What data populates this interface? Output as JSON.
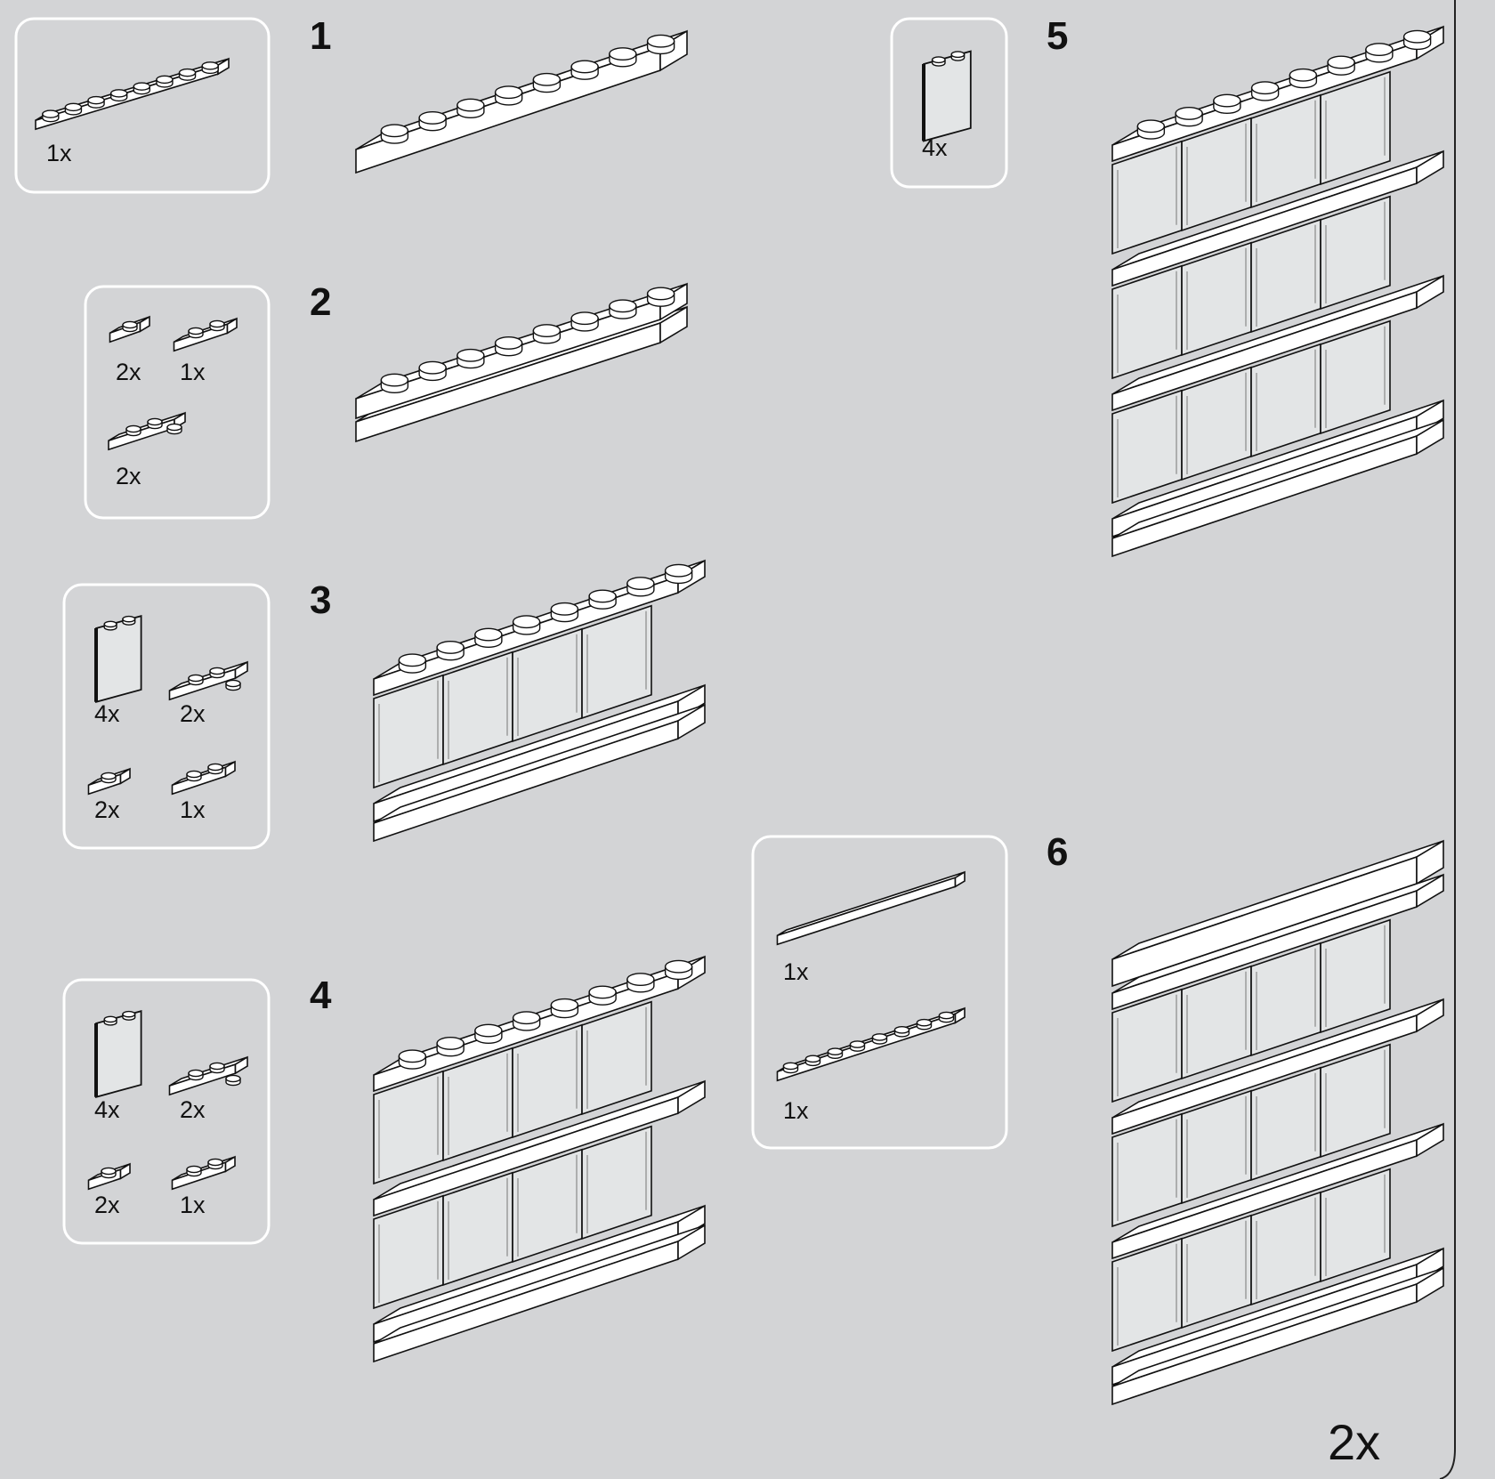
{
  "colors": {
    "background": "#d3d4d6",
    "brick": "#ffffff",
    "outline": "#111111",
    "glass": "#eef0f2"
  },
  "steps": [
    {
      "number": "1",
      "parts": [
        {
          "icon": "plate-1x8-icon",
          "qty": "1x"
        }
      ],
      "model": "row-of-plates"
    },
    {
      "number": "2",
      "parts": [
        {
          "icon": "plate-1x1-icon",
          "qty": "2x"
        },
        {
          "icon": "plate-1x2-icon",
          "qty": "1x"
        },
        {
          "icon": "corner-plate-icon",
          "qty": "2x"
        }
      ],
      "model": "base-rows"
    },
    {
      "number": "3",
      "parts": [
        {
          "icon": "window-frame-icon",
          "qty": "4x"
        },
        {
          "icon": "corner-plate-icon",
          "qty": "2x"
        },
        {
          "icon": "plate-1x1-icon",
          "qty": "2x"
        },
        {
          "icon": "plate-1x2-icon",
          "qty": "1x"
        }
      ],
      "model": "one-tier-windows"
    },
    {
      "number": "4",
      "parts": [
        {
          "icon": "window-frame-icon",
          "qty": "4x"
        },
        {
          "icon": "corner-plate-icon",
          "qty": "2x"
        },
        {
          "icon": "plate-1x1-icon",
          "qty": "2x"
        },
        {
          "icon": "plate-1x2-icon",
          "qty": "1x"
        }
      ],
      "model": "two-tier-windows"
    },
    {
      "number": "5",
      "parts": [
        {
          "icon": "window-frame-icon",
          "qty": "4x"
        }
      ],
      "model": "three-tier-windows"
    },
    {
      "number": "6",
      "parts": [
        {
          "icon": "tile-1x8-icon",
          "qty": "1x"
        },
        {
          "icon": "plate-1x8-icon",
          "qty": "1x"
        }
      ],
      "model": "capped-window-wall"
    }
  ],
  "multiplier": "2x"
}
